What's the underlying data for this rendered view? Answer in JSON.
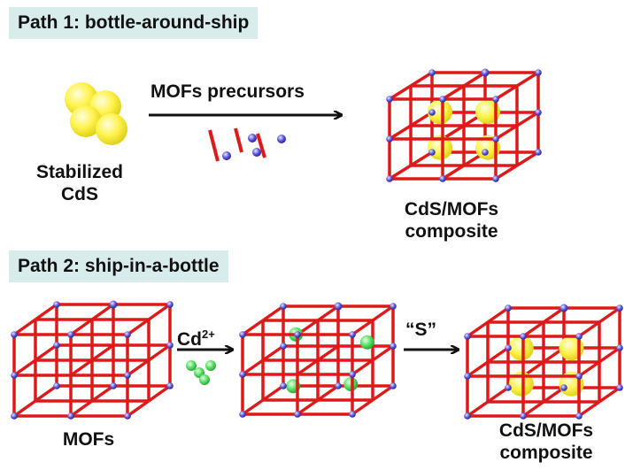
{
  "path1": {
    "title": "Path 1: bottle-around-ship",
    "left_label_line1": "Stabilized",
    "left_label_line2": "CdS",
    "arrow_label": "MOFs precursors",
    "right_label_line1": "CdS/MOFs",
    "right_label_line2": "composite"
  },
  "path2": {
    "title": "Path 2: ship-in-a-bottle",
    "left_label": "MOFs",
    "arrow1_label": "Cd",
    "arrow1_sup": "2+",
    "arrow2_label": "“S”",
    "right_label_line1": "CdS/MOFs",
    "right_label_line2": "composite"
  },
  "icons": {
    "cds_particle": "yellow-sphere-icon",
    "node": "blue-node-icon",
    "linker": "red-linker-icon",
    "cd_ion": "green-sphere-icon"
  },
  "colors": {
    "frame": "#dd1a1a",
    "node": "#5a52d6",
    "cds": "#fff34d",
    "cd_ion": "#5fe06a",
    "banner_bg": "#d9ecec"
  }
}
